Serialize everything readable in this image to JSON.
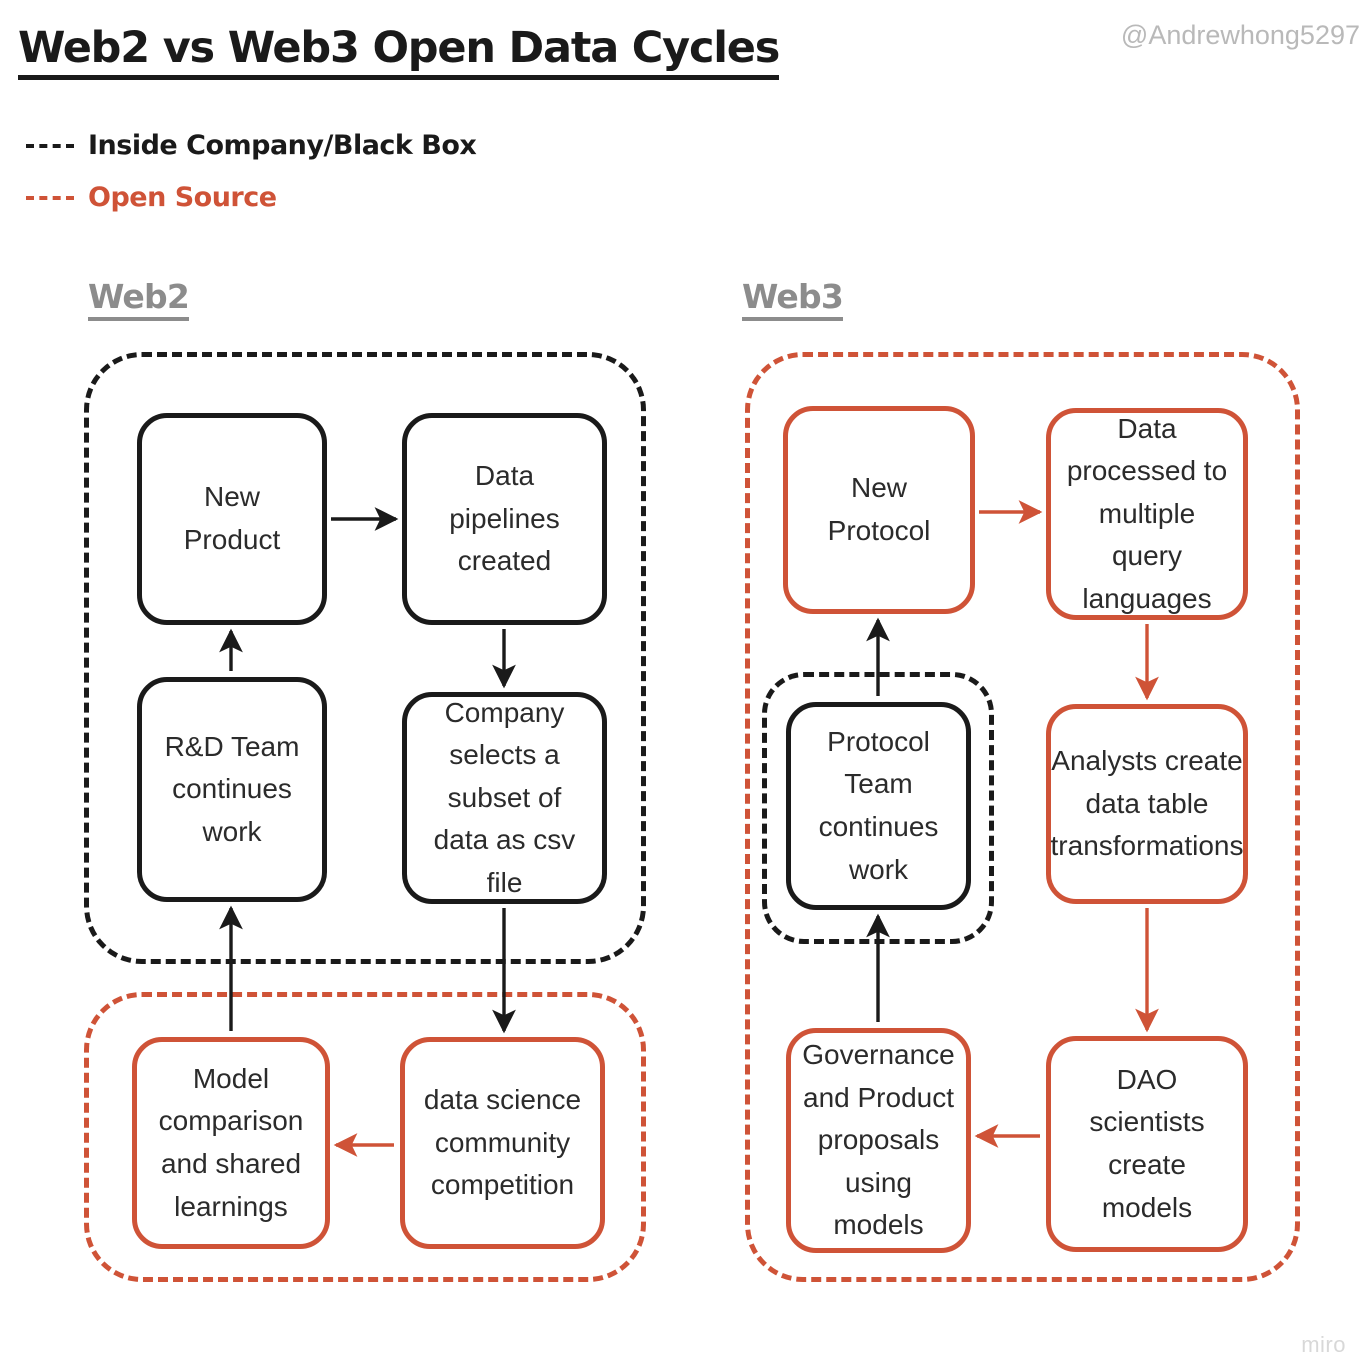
{
  "header": {
    "title": "Web2 vs Web3 Open Data Cycles",
    "handle": "@Andrewhong5297",
    "tool_watermark": "miro"
  },
  "legend": {
    "items": [
      {
        "label": "Inside Company/Black Box",
        "color": "#1a1a1a",
        "style": "dashed"
      },
      {
        "label": "Open Source",
        "color": "#cf5337",
        "style": "dashed"
      }
    ]
  },
  "colors": {
    "open_source": "#cf5337",
    "black_box": "#1a1a1a",
    "heading_gray": "#8c8c8c",
    "text": "#2b2b2b",
    "background": "#ffffff"
  },
  "columns": [
    {
      "heading": "Web2",
      "groups": [
        {
          "name": "inside-company",
          "style": "dashed",
          "color": "#1a1a1a",
          "nodes": [
            {
              "id": "new-product",
              "label": "New Product",
              "border": "black"
            },
            {
              "id": "data-pipelines",
              "label": "Data pipelines created",
              "border": "black"
            },
            {
              "id": "rnd-team",
              "label": "R&D Team continues work",
              "border": "black"
            },
            {
              "id": "company-subset",
              "label": "Company selects a subset of data as csv file",
              "border": "black"
            }
          ]
        },
        {
          "name": "open-source",
          "style": "dashed",
          "color": "#cf5337",
          "nodes": [
            {
              "id": "model-comparison",
              "label": "Model comparison and shared learnings",
              "border": "orange"
            },
            {
              "id": "data-science",
              "label": "data science community competition",
              "border": "orange"
            }
          ]
        }
      ],
      "edges": [
        {
          "from": "new-product",
          "to": "data-pipelines",
          "color": "#1a1a1a"
        },
        {
          "from": "data-pipelines",
          "to": "company-subset",
          "color": "#1a1a1a"
        },
        {
          "from": "company-subset",
          "to": "data-science",
          "color": "#1a1a1a"
        },
        {
          "from": "data-science",
          "to": "model-comparison",
          "color": "#cf5337"
        },
        {
          "from": "model-comparison",
          "to": "rnd-team",
          "color": "#1a1a1a"
        },
        {
          "from": "rnd-team",
          "to": "new-product",
          "color": "#1a1a1a"
        }
      ]
    },
    {
      "heading": "Web3",
      "groups": [
        {
          "name": "open-source",
          "style": "dashed",
          "color": "#cf5337",
          "nodes": [
            {
              "id": "new-protocol",
              "label": "New Protocol",
              "border": "orange"
            },
            {
              "id": "data-processed",
              "label": "Data processed to multiple query languages",
              "border": "orange"
            },
            {
              "id": "analysts-create",
              "label": "Analysts create data table transformations",
              "border": "orange"
            },
            {
              "id": "dao-scientists",
              "label": "DAO scientists create models",
              "border": "orange"
            },
            {
              "id": "governance",
              "label": "Governance and Product proposals using models",
              "border": "orange"
            }
          ]
        },
        {
          "name": "inside-company",
          "style": "dashed",
          "color": "#1a1a1a",
          "nodes": [
            {
              "id": "protocol-team",
              "label": "Protocol Team continues work",
              "border": "black"
            }
          ]
        }
      ],
      "edges": [
        {
          "from": "new-protocol",
          "to": "data-processed",
          "color": "#cf5337"
        },
        {
          "from": "data-processed",
          "to": "analysts-create",
          "color": "#cf5337"
        },
        {
          "from": "analysts-create",
          "to": "dao-scientists",
          "color": "#cf5337"
        },
        {
          "from": "dao-scientists",
          "to": "governance",
          "color": "#cf5337"
        },
        {
          "from": "governance",
          "to": "protocol-team",
          "color": "#1a1a1a"
        },
        {
          "from": "protocol-team",
          "to": "new-protocol",
          "color": "#1a1a1a"
        }
      ]
    }
  ]
}
